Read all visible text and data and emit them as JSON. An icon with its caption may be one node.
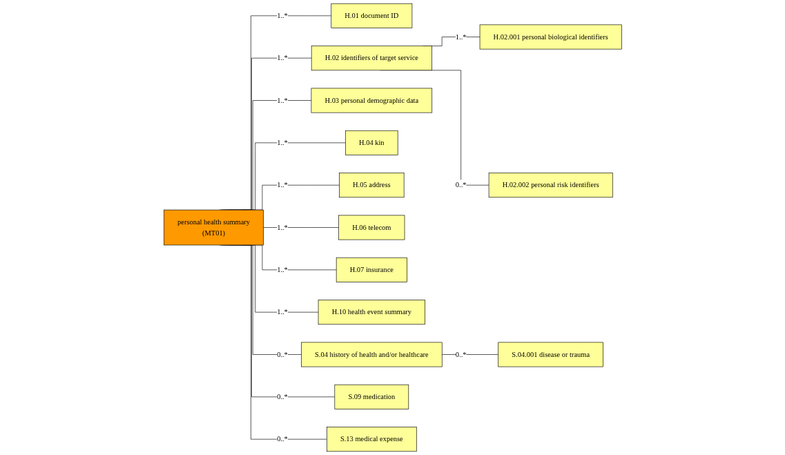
{
  "diagram": {
    "nodes": [
      {
        "text": [
          "personal health summary",
          "(MT01)"
        ]
      },
      {
        "text": [
          "H.01 document ID"
        ]
      },
      {
        "text": [
          "H.02 identifiers of target service"
        ]
      },
      {
        "text": [
          "H.03 personal demographic data"
        ]
      },
      {
        "text": [
          "H.04 kin"
        ]
      },
      {
        "text": [
          "H.05 address"
        ]
      },
      {
        "text": [
          "H.06 telecom"
        ]
      },
      {
        "text": [
          "H.07 insurance"
        ]
      },
      {
        "text": [
          "H.10 health event summary"
        ]
      },
      {
        "text": [
          "S.04 history of health and/or healthcare"
        ]
      },
      {
        "text": [
          "S.09 medication"
        ]
      },
      {
        "text": [
          "S.13 medical expense"
        ]
      },
      {
        "text": [
          "H.02.001 personal biological identifiers"
        ]
      },
      {
        "text": [
          "H.02.002 personal risk identifiers"
        ]
      },
      {
        "text": [
          "S.04.001 disease or trauma"
        ]
      }
    ],
    "edges": [
      {
        "from": 0,
        "to": 1,
        "arrow": "none",
        "label": "1..*"
      },
      {
        "from": 0,
        "to": 2,
        "arrow": "none",
        "label": "1..*"
      },
      {
        "from": 0,
        "to": 3,
        "arrow": "none",
        "label": "1..*"
      },
      {
        "from": 0,
        "to": 4,
        "arrow": "none",
        "label": "1..*"
      },
      {
        "from": 0,
        "to": 5,
        "arrow": "none",
        "label": "1..*"
      },
      {
        "from": 0,
        "to": 6,
        "arrow": "none",
        "label": "1..*"
      },
      {
        "from": 0,
        "to": 7,
        "arrow": "none",
        "label": "1..*"
      },
      {
        "from": 0,
        "to": 8,
        "arrow": "none",
        "label": "1..*"
      },
      {
        "from": 0,
        "to": 9,
        "arrow": "none",
        "label": "0..*"
      },
      {
        "from": 0,
        "to": 10,
        "arrow": "none",
        "label": "0..*"
      },
      {
        "from": 0,
        "to": 11,
        "arrow": "none",
        "label": "0..*"
      },
      {
        "from": 2,
        "to": 12,
        "arrow": "none",
        "label": "1..*"
      },
      {
        "from": 2,
        "to": 13,
        "arrow": "none",
        "label": "0..*"
      },
      {
        "from": 9,
        "to": 14,
        "arrow": "none",
        "label": "0..*"
      }
    ]
  }
}
